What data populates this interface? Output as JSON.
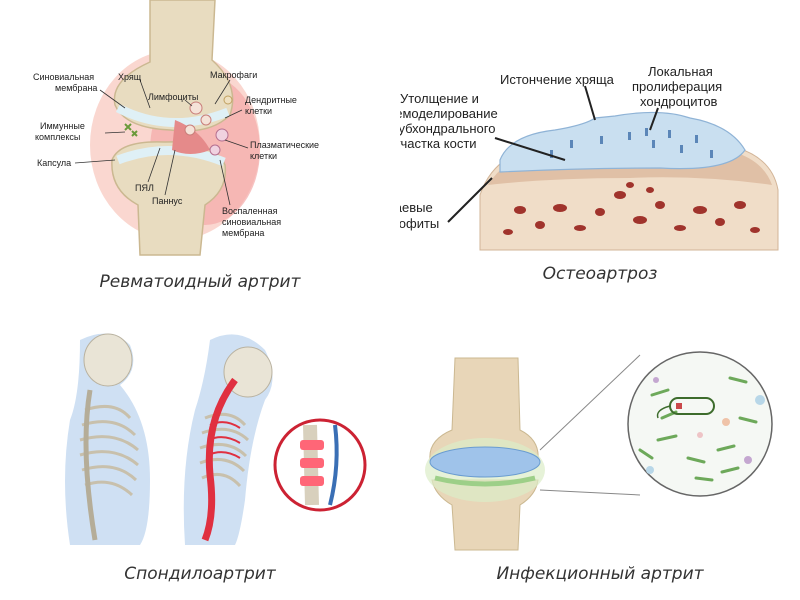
{
  "panels": {
    "ra": {
      "caption": "Ревматоидный артрит",
      "labels": {
        "synovial_1": "Синовиальная",
        "synovial_2": "мембрана",
        "cartilage": "Хрящ",
        "macrophages": "Макрофаги",
        "lymphocytes": "Лимфоциты",
        "dendritic_1": "Дендритные",
        "dendritic_2": "клетки",
        "immune_1": "Иммунные",
        "immune_2": "комплексы",
        "capsule": "Капсула",
        "plasma_1": "Плазматические",
        "plasma_2": "клетки",
        "pmn": "ПЯЛ",
        "pannus": "Паннус",
        "inflamed_1": "Воспаленная",
        "inflamed_2": "синовиальная",
        "inflamed_3": "мембрана"
      }
    },
    "oa": {
      "caption": "Остеоартроз",
      "labels": {
        "thinning": "Истончение хряща",
        "prolif_1": "Локальная",
        "prolif_2": "пролиферация",
        "prolif_3": "хондроцитов",
        "thick_1": "Утолщение и",
        "thick_2": "ремоделирование",
        "thick_3": "субхондрального",
        "thick_4": "участка кости",
        "osteo_1": "Краевые",
        "osteo_2": "остеофиты"
      }
    },
    "spondylo": {
      "caption": "Спондилоартрит"
    },
    "infectious": {
      "caption": "Инфекционный артрит"
    }
  },
  "colors": {
    "bone": "#e8dcc0",
    "cartilage": "#c9dff0",
    "synovium_inflamed": "#f3a9a8",
    "body_glow": "#cfe0f3",
    "spine_highlight": "#e03040",
    "bone_marrow": "#a0332c",
    "bacteria": "#6da95a"
  }
}
